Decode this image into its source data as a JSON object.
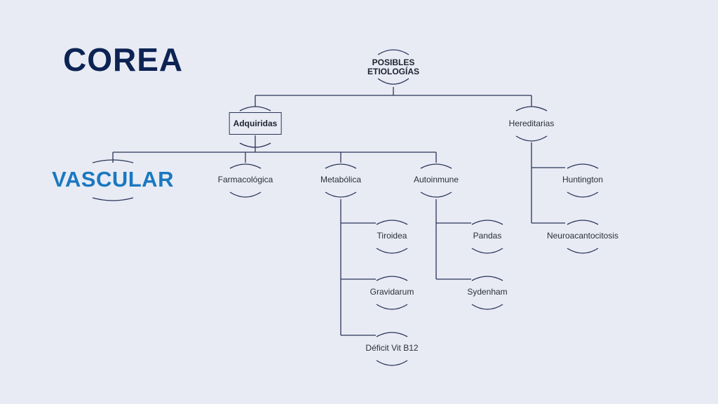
{
  "title": "COREA",
  "diagram": {
    "root": {
      "line1": "POSIBLES",
      "line2": "ETIOLOGÍAS"
    },
    "adquiridas": "Adquiridas",
    "hereditarias": "Hereditarias",
    "vascular": "VASCULAR",
    "farmacologica": "Farmacológica",
    "metabolica": "Metabólica",
    "autoinmune": "Autoinmune",
    "huntington": "Huntington",
    "neuroacantocitosis": "Neuroacantocitosis",
    "tiroidea": "Tiroidea",
    "gravidarum": "Gravidarum",
    "deficit_b12": "Déficit Vit B12",
    "pandas": "Pandas",
    "sydenham": "Sydenham"
  },
  "colors": {
    "background": "#e8ebf4",
    "title": "#0d2354",
    "vascular": "#1a78c0",
    "lines": "#2a3458"
  }
}
